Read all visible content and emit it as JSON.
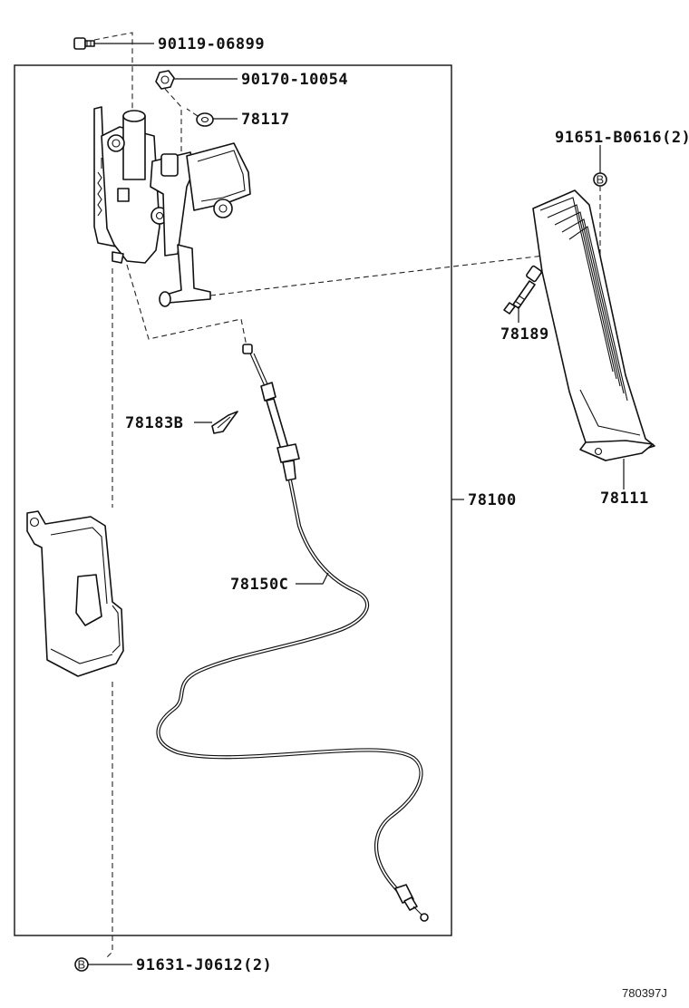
{
  "parts": {
    "bolt_top": "90119-06899",
    "nut": "90170-10054",
    "washer": "78117",
    "clip_pedal": "91651-B0616(2)",
    "pedal_bolt": "78189",
    "cable_clamp": "78183B",
    "assembly": "78100",
    "pedal": "78111",
    "cable": "78150C",
    "clip_bottom": "91631-J0612(2)"
  },
  "diagram_code": "780397J",
  "markers": {
    "b_symbol": "B"
  }
}
